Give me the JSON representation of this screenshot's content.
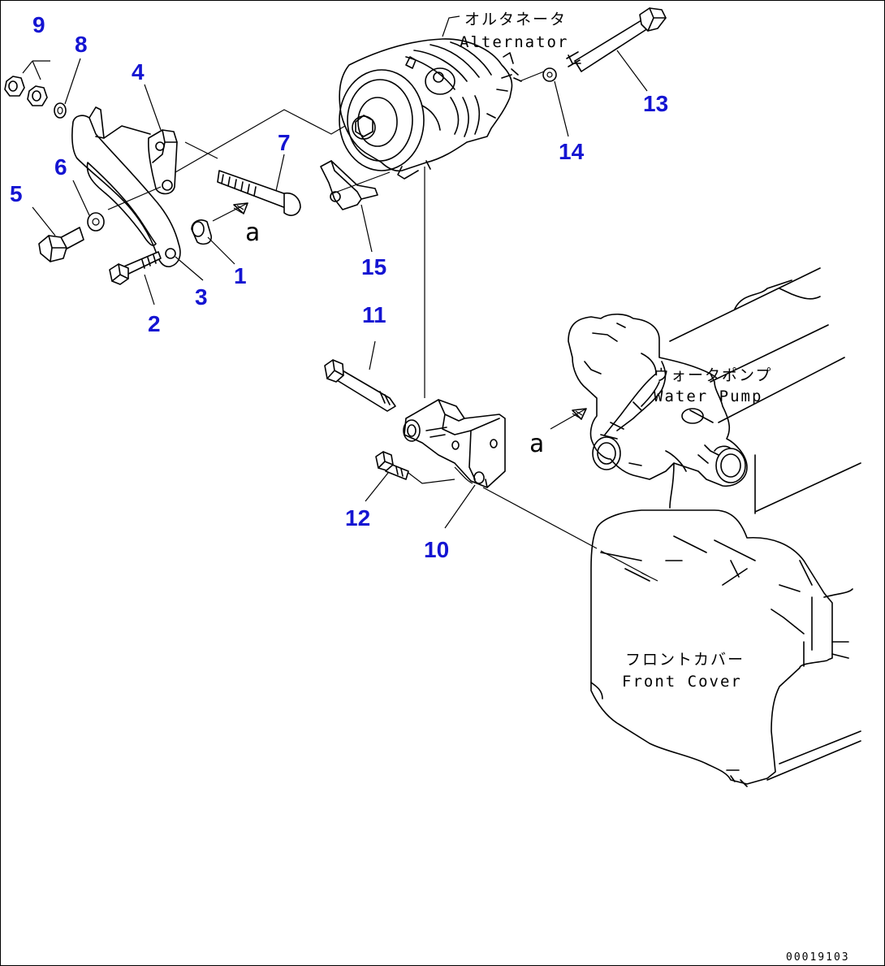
{
  "callouts": {
    "p1": "1",
    "p2": "2",
    "p3": "3",
    "p4": "4",
    "p5": "5",
    "p6": "6",
    "p7": "7",
    "p8": "8",
    "p9": "9",
    "p10": "10",
    "p11": "11",
    "p12": "12",
    "p13": "13",
    "p14": "14",
    "p15": "15"
  },
  "labels": {
    "alternator_jp": "オルタネータ",
    "alternator_en": "Alternator",
    "water_pump_jp": "ウォータポンプ",
    "water_pump_en": "Water Pump",
    "front_cover_jp": "フロントカバー",
    "front_cover_en": "Front Cover",
    "arrow_a_top": "a",
    "arrow_a_bottom": "a"
  },
  "drawing_code": "00019103",
  "colors": {
    "callout": "#1414d2",
    "line": "#000000"
  }
}
